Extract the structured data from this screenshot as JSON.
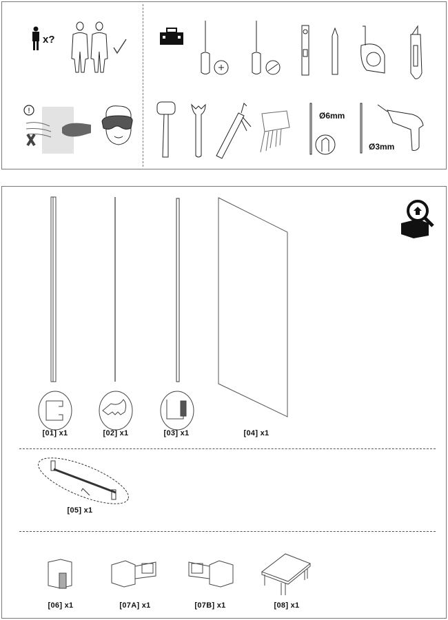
{
  "safety": {
    "persons_label": "x?",
    "warning_symbol": "!"
  },
  "tools": {
    "drill_bit_large": "Ø6mm",
    "drill_bit_small": "Ø3mm"
  },
  "parts": [
    {
      "label": "[01] x1"
    },
    {
      "label": "[02] x1"
    },
    {
      "label": "[03] x1"
    },
    {
      "label": "[04] x1"
    },
    {
      "label": "[05] x1"
    },
    {
      "label": "[06] x1"
    },
    {
      "label": "[07A] x1"
    },
    {
      "label": "[07B] x1"
    },
    {
      "label": "[08] x1"
    }
  ]
}
